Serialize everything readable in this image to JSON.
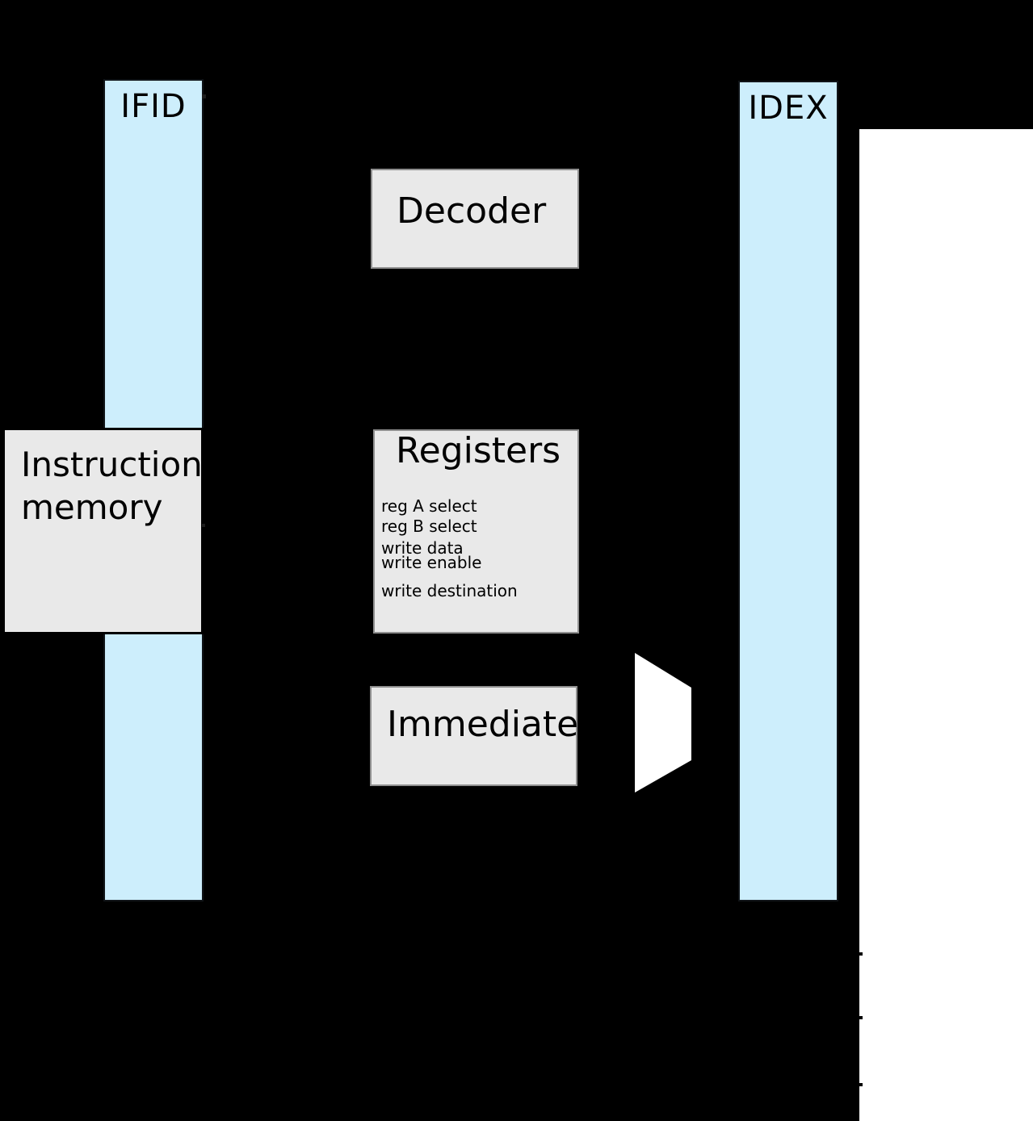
{
  "diagram": {
    "type": "cpu-pipeline-instruction-decode-stage",
    "colors": {
      "background": "#000000",
      "pipeline_register_fill": "#cdeefc",
      "block_fill": "#e9e9e9",
      "block_border_gray": "#8f8f8f",
      "instruction_memory_border": "#000000",
      "white_region": "#ffffff",
      "text": "#000000"
    },
    "pipeline_registers": {
      "ifid_label": "IFID",
      "idex_label": "IDEX"
    },
    "blocks": {
      "instruction_memory": {
        "line1": "Instruction",
        "line2": "memory"
      },
      "decoder": {
        "label": "Decoder"
      },
      "registers": {
        "title": "Registers",
        "ports": [
          "reg A select",
          "reg B select",
          "write data",
          "write enable",
          "write destination"
        ]
      },
      "immediate": {
        "label": "Immediate"
      }
    }
  }
}
